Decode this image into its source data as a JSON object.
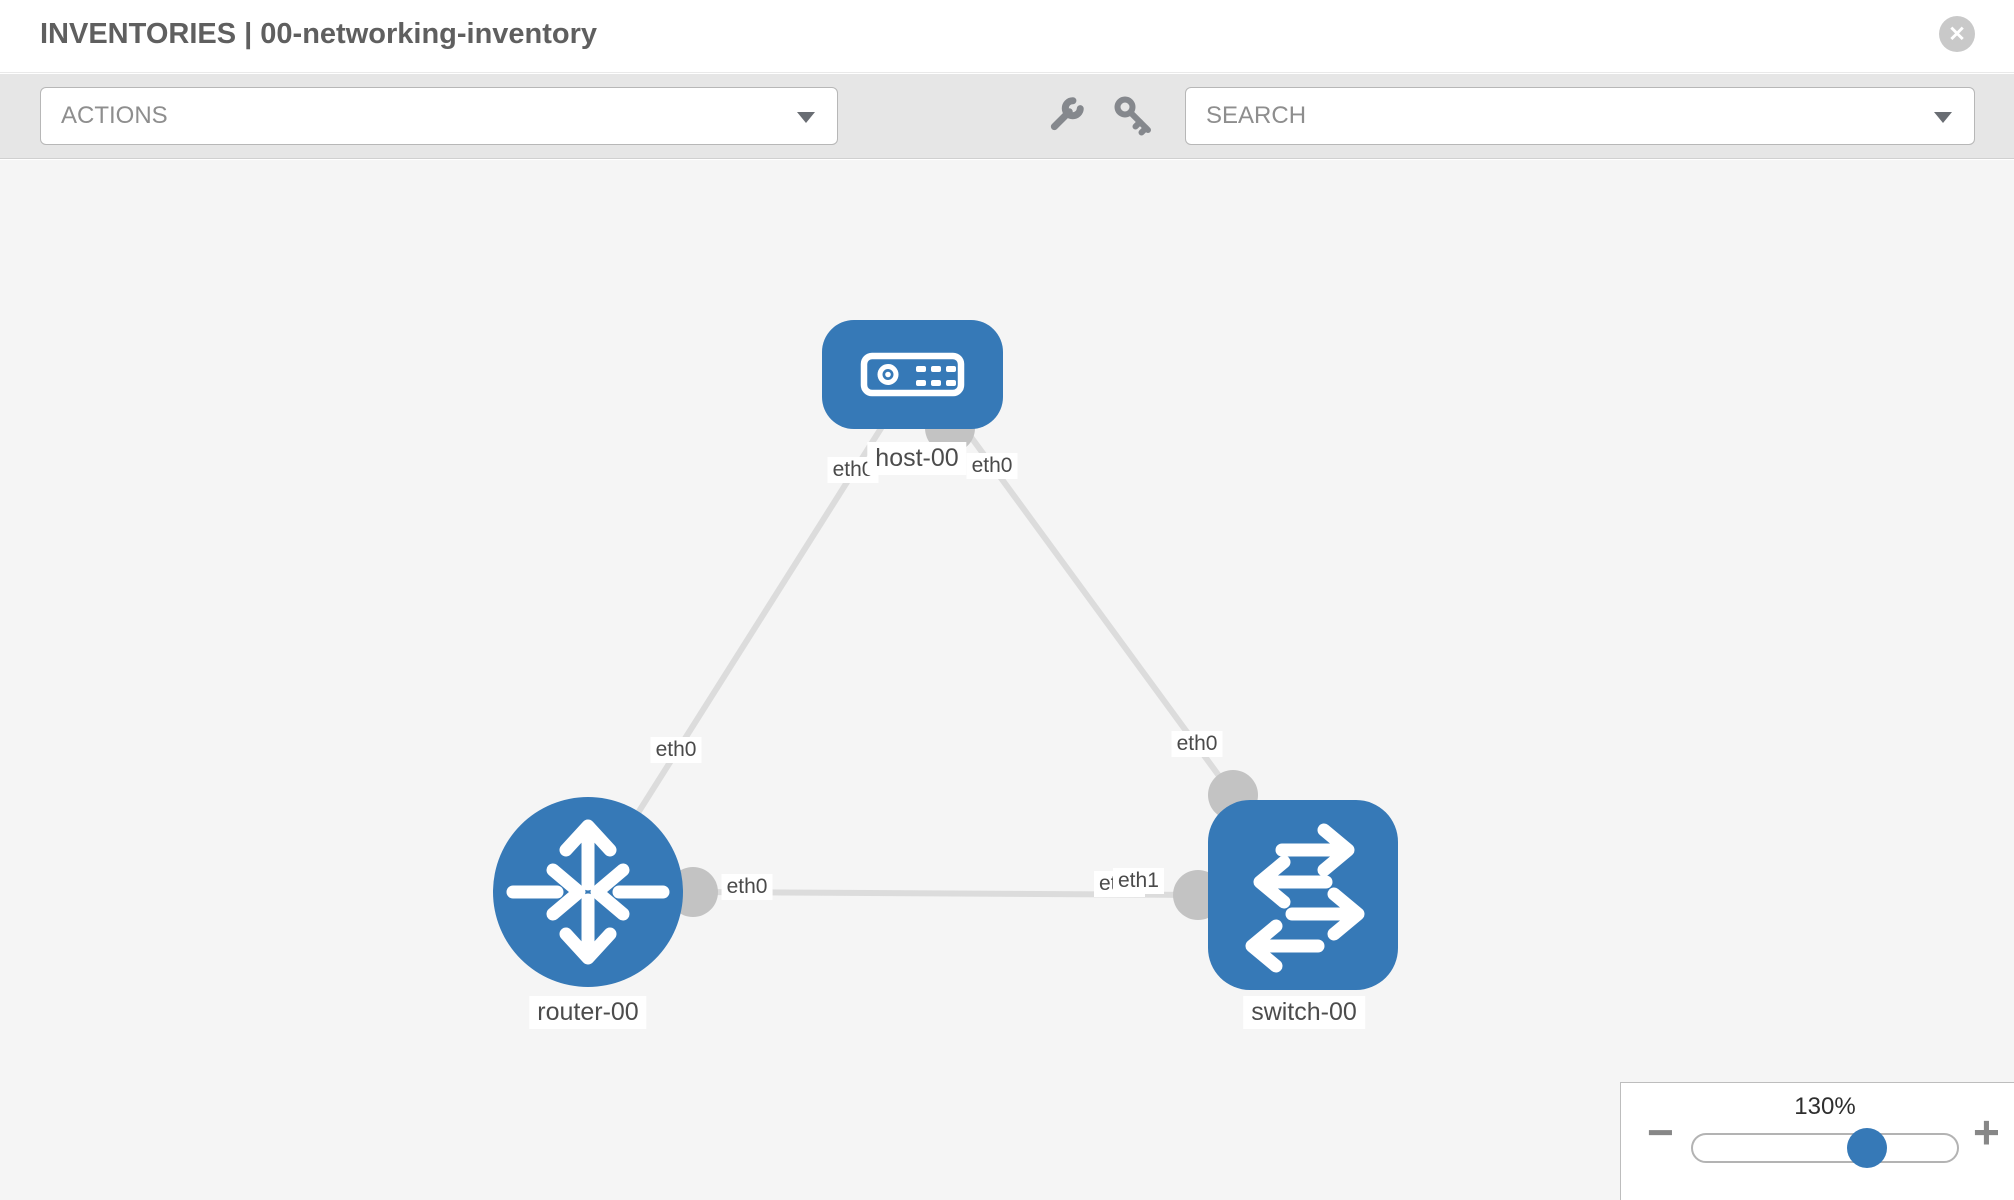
{
  "header": {
    "title": "INVENTORIES | 00-networking-inventory",
    "close_glyph": "✕"
  },
  "toolbar": {
    "actions_label": "ACTIONS",
    "search_label": "SEARCH",
    "icons": [
      "wrench-icon",
      "key-icon"
    ]
  },
  "topology": {
    "nodes": [
      {
        "id": "host-00",
        "type": "host",
        "label": "host-00"
      },
      {
        "id": "router-00",
        "type": "router",
        "label": "router-00"
      },
      {
        "id": "switch-00",
        "type": "switch",
        "label": "switch-00"
      }
    ],
    "links": [
      {
        "from": "host-00",
        "from_iface": "eth0",
        "to": "router-00",
        "to_iface": "eth0"
      },
      {
        "from": "host-00",
        "from_iface": "eth0",
        "to": "switch-00",
        "to_iface": "eth0"
      },
      {
        "from": "router-00",
        "from_iface": "eth0",
        "to": "switch-00",
        "to_iface": "eth1"
      }
    ],
    "overlapped_label": "eth0"
  },
  "zoom_control": {
    "level": "130%",
    "minus_glyph": "−",
    "plus_glyph": "+"
  },
  "colors": {
    "node_blue": "#3679b7",
    "link_gray": "#dcdcdc",
    "port_gray": "#c3c3c3",
    "canvas_bg": "#f5f5f5",
    "toolbar_bg": "#e6e6e6",
    "title_text": "#5f5f5f"
  }
}
